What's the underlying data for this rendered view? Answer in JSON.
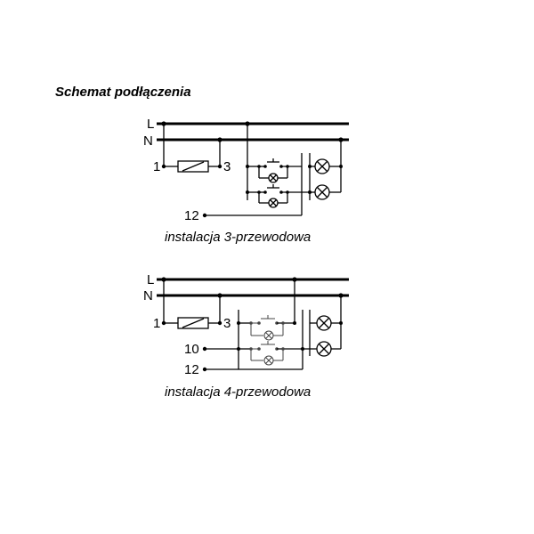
{
  "title": "Schemat podłączenia",
  "diagrams": [
    {
      "caption": "instalacja 3-przewodowa",
      "bus_labels": [
        "L",
        "N"
      ],
      "terminal_labels": [
        "1",
        "3",
        "12"
      ]
    },
    {
      "caption": "instalacja 4-przewodowa",
      "bus_labels": [
        "L",
        "N"
      ],
      "terminal_labels": [
        "1",
        "3",
        "10",
        "12"
      ]
    }
  ]
}
